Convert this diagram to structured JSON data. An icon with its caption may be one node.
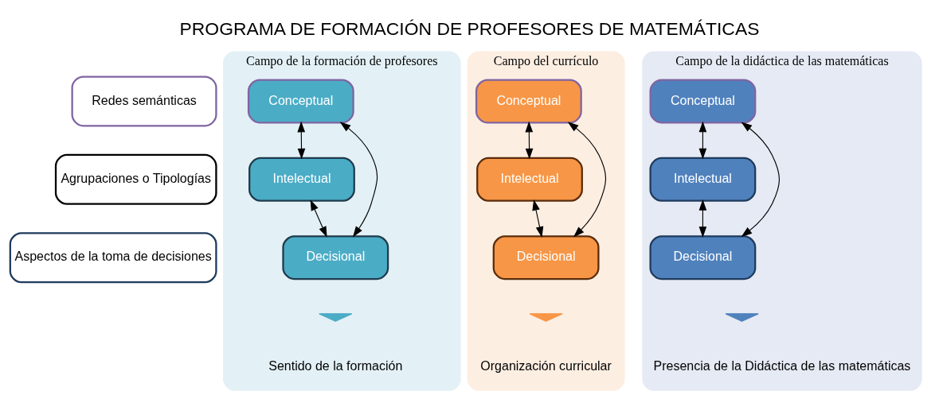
{
  "diagram": {
    "title": "PROGRAMA DE FORMACIÓN DE PROFESORES DE MATEMÁTICAS",
    "nodes": [
      {
        "text": [
          "Campo de la formación de profesores",
          "Sentido de la formación"
        ]
      },
      {
        "text": [
          "Campo del currículo",
          "Organización curricular"
        ]
      },
      {
        "text": [
          "Campo de la didáctica de las matemáticas",
          "Presencia de la Didáctica de las matemáticas"
        ]
      },
      {
        "text": [
          "Redes semánticas"
        ]
      },
      {
        "text": [
          "Agrupaciones o Tipologías"
        ]
      },
      {
        "text": [
          "Aspectos de la toma de decisiones"
        ]
      },
      {
        "text": [
          "Conceptual"
        ],
        "in": 0
      },
      {
        "text": [
          "Intelectual"
        ],
        "in": 0
      },
      {
        "text": [
          "Decisional"
        ],
        "in": 0
      },
      {
        "text": [
          "Conceptual"
        ],
        "in": 1
      },
      {
        "text": [
          "Intelectual"
        ],
        "in": 1
      },
      {
        "text": [
          "Decisional"
        ],
        "in": 1
      },
      {
        "text": [
          "Conceptual"
        ],
        "in": 2
      },
      {
        "text": [
          "Intelectual"
        ],
        "in": 2
      },
      {
        "text": [
          "Decisional"
        ],
        "in": 2
      }
    ],
    "edges": [
      {
        "from": 6,
        "to": 7,
        "arrow": "both"
      },
      {
        "from": 6,
        "to": 8,
        "arrow": "both"
      },
      {
        "from": 7,
        "to": 8,
        "arrow": "both"
      },
      {
        "from": 9,
        "to": 10,
        "arrow": "both"
      },
      {
        "from": 9,
        "to": 11,
        "arrow": "both"
      },
      {
        "from": 10,
        "to": 11,
        "arrow": "both"
      },
      {
        "from": 12,
        "to": 13,
        "arrow": "both"
      },
      {
        "from": 12,
        "to": 14,
        "arrow": "both"
      },
      {
        "from": 13,
        "to": 14,
        "arrow": "both"
      }
    ]
  }
}
